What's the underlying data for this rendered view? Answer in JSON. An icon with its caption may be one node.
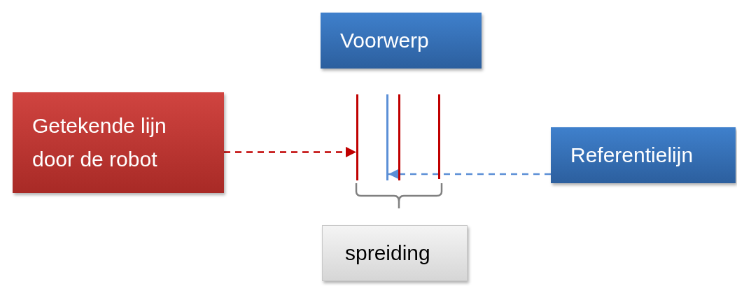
{
  "diagram": {
    "nodes": [
      {
        "text": [
          "Voorwerp"
        ]
      },
      {
        "text": [
          "Getekende lijn door de robot"
        ]
      },
      {
        "text": [],
        "shape": "bar"
      },
      {
        "text": [],
        "shape": "bar"
      },
      {
        "text": [],
        "shape": "bar"
      },
      {
        "text": [],
        "shape": "bar"
      },
      {
        "text": [
          "Referentielijn"
        ]
      },
      {
        "text": [
          "spreiding"
        ]
      }
    ],
    "edges": [
      {
        "from": 1,
        "to": 2,
        "arrow": "to",
        "style": "dashed",
        "color": "#c00000"
      },
      {
        "from": 6,
        "to": 3,
        "arrow": "to",
        "style": "dashed",
        "color": "#5b8fd6"
      }
    ]
  }
}
